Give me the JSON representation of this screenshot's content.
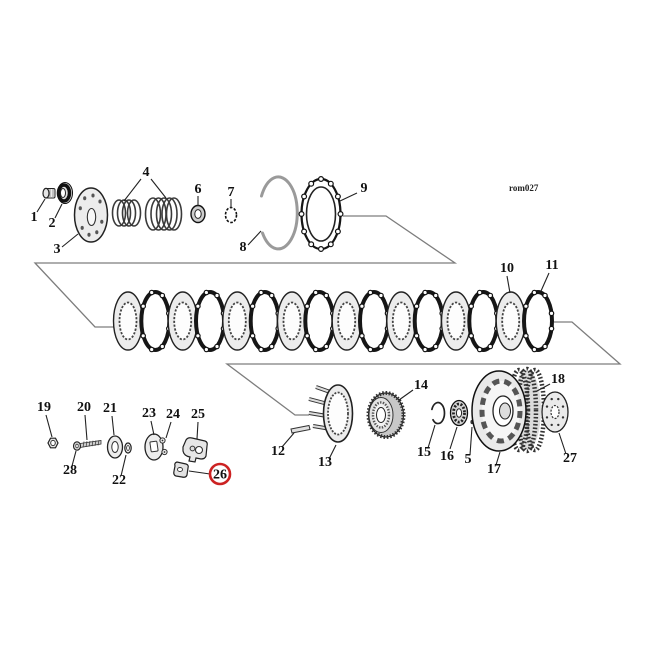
{
  "diagram": {
    "watermark": "rom027",
    "highlighted_callout": "26",
    "colors": {
      "background": "#ffffff",
      "line": "#1a1a1a",
      "connector": "#7d7d7d",
      "fill_light": "#ececec",
      "highlight_ring": "#cc2222"
    },
    "callouts": {
      "1": "1",
      "2": "2",
      "3": "3",
      "4": "4",
      "5": "5",
      "6": "6",
      "7": "7",
      "8": "8",
      "9": "9",
      "10": "10",
      "11": "11",
      "12": "12",
      "13": "13",
      "14": "14",
      "15": "15",
      "16": "16",
      "17": "17",
      "18": "18",
      "19": "19",
      "20": "20",
      "21": "21",
      "22": "22",
      "23": "23",
      "24": "24",
      "25": "25",
      "26": "26",
      "27": "27",
      "28": "28"
    }
  }
}
